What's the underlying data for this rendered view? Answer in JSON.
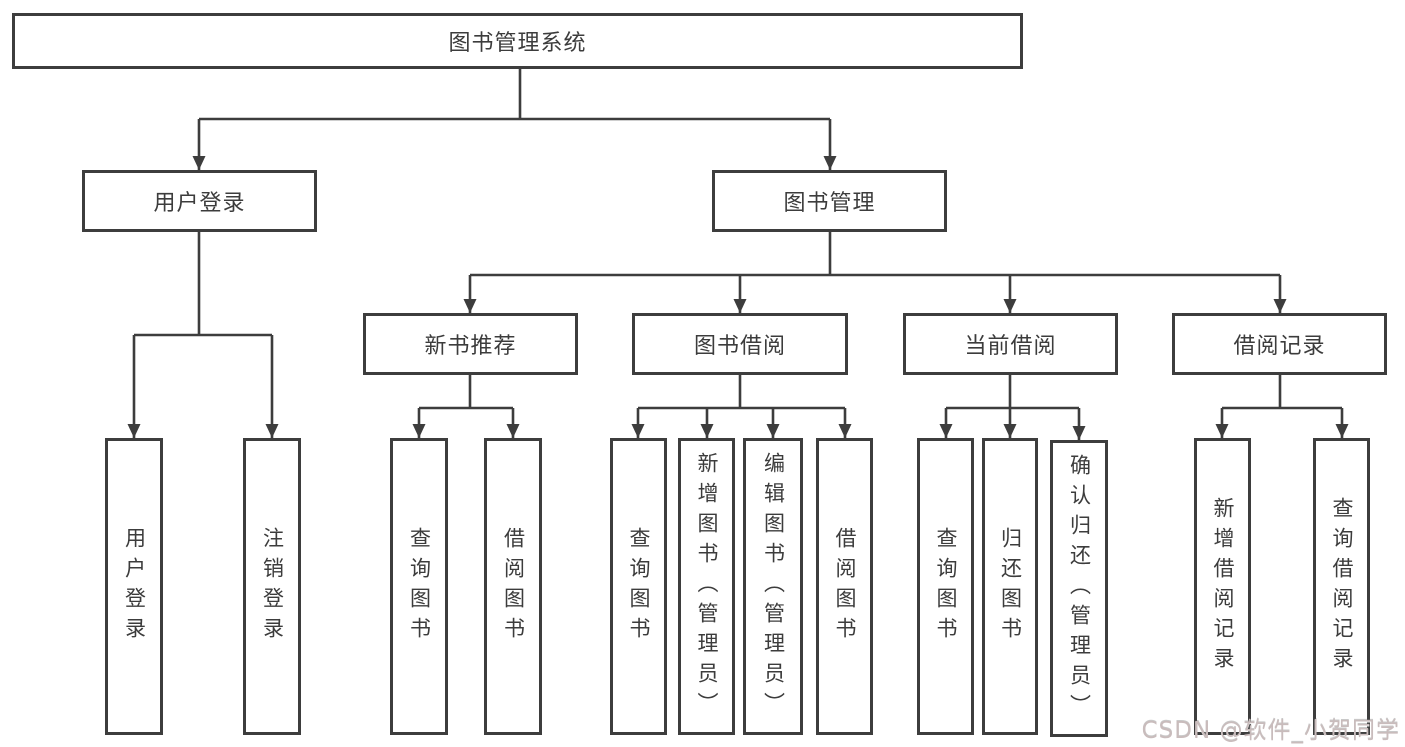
{
  "tree": {
    "root": {
      "label": "图书管理系统"
    },
    "branches": [
      {
        "label": "用户登录",
        "children": [
          {
            "label": "用户登录"
          },
          {
            "label": "注销登录"
          }
        ]
      },
      {
        "label": "图书管理",
        "groups": [
          {
            "label": "新书推荐",
            "children": [
              {
                "label": "查询图书"
              },
              {
                "label": "借阅图书"
              }
            ]
          },
          {
            "label": "图书借阅",
            "children": [
              {
                "label": "查询图书"
              },
              {
                "label": "新增图书（管理员）"
              },
              {
                "label": "编辑图书（管理员）"
              },
              {
                "label": "借阅图书"
              }
            ]
          },
          {
            "label": "当前借阅",
            "children": [
              {
                "label": "查询图书"
              },
              {
                "label": "归还图书"
              },
              {
                "label": "确认归还（管理员）"
              }
            ]
          },
          {
            "label": "借阅记录",
            "children": [
              {
                "label": "新增借阅记录"
              },
              {
                "label": "查询借阅记录"
              }
            ]
          }
        ]
      }
    ]
  },
  "watermark": {
    "text": "CSDN @软件_小贺同学"
  },
  "colors": {
    "line": "#3d3d3d",
    "text": "#3c3c3c",
    "background": "#ffffff",
    "watermark": "#c9bcbc"
  }
}
